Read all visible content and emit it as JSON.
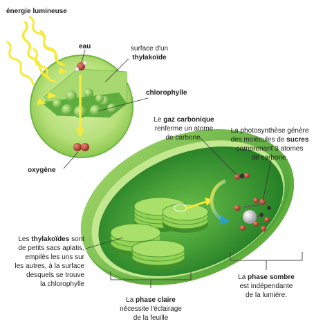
{
  "labels": {
    "energie": "énergie lumineuse",
    "eau": "eau",
    "surface_line1": "surface d'un",
    "surface_line2": "thylakoïde",
    "chlorophylle": "chlorophylle",
    "oxygene": "oxygène",
    "gaz": {
      "pre": "Le ",
      "bold": "gaz carbonique",
      "line2": "renferme un atome",
      "line3": "de carbone."
    },
    "photo": {
      "line1": "La photosynthèse génère",
      "pre2": "des molécules de ",
      "bold2": "sucres",
      "line3": "comprenant 3 atomes",
      "line4": "de carbone."
    },
    "thylakoides": {
      "pre": "Les ",
      "bold": "thylakoïdes",
      "post": " sont",
      "line2": "de petits sacs aplatis,",
      "line3": "empilés les uns sur",
      "line4": "les autres, à la surface",
      "line5": "desquels se trouve",
      "line6": "la chlorophylle"
    },
    "phase_claire": {
      "pre": "La ",
      "bold": "phase claire",
      "line2": "nécessite l'éclairage",
      "line3": "de la feuille"
    },
    "phase_sombre": {
      "pre": "La ",
      "bold": "phase sombre",
      "line2": "est indépendante",
      "line3": "de la lumière."
    }
  },
  "colors": {
    "light_rays": "#f6ea3a",
    "chloroplast_outer": "#7fc24a",
    "chloroplast_inner": "#2e8b2e",
    "thylakoid": "#8fd14f",
    "chlorophyll": "#a8dc6a",
    "atom_red": "#b94a3a"
  }
}
